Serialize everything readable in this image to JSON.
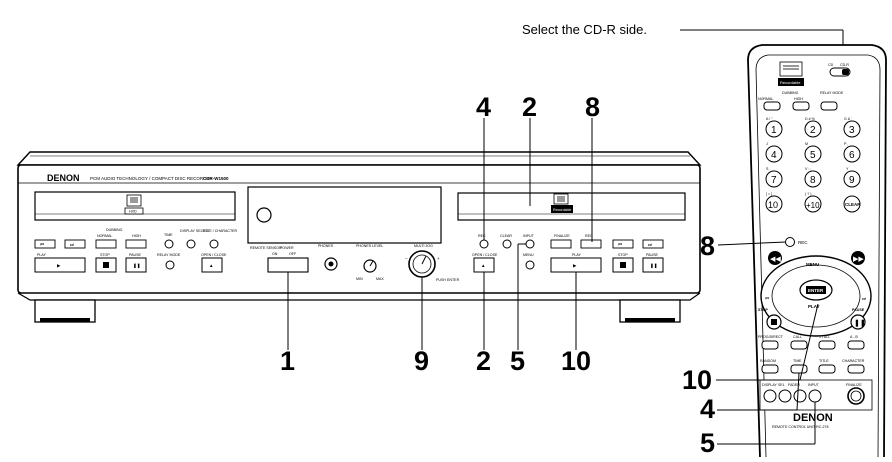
{
  "annotation": "Select the CD-R side.",
  "callouts": [
    "4",
    "2",
    "8",
    "1",
    "9",
    "2",
    "5",
    "10",
    "8",
    "10",
    "4",
    "5"
  ],
  "deck": {
    "brand": "DENON",
    "subtitle": "PCM AUDIO TECHNOLOGY / COMPACT DISC RECORDER",
    "model": "CDR-W1500",
    "disc_badge": "HXD",
    "dubbing": "DUBBING",
    "normal": "NORMAL",
    "high": "HIGH",
    "time": "TIME",
    "display_select": "DISPLAY SELECT",
    "title_character": "TITLE / CHARACTER",
    "relay_mode": "RELAY MODE",
    "open_close": "OPEN / CLOSE",
    "play": "PLAY",
    "stop": "STOP",
    "pause": "PAUSE",
    "remote_sensor": "REMOTE SENSOR",
    "power": "POWER",
    "on": "ON",
    "off": "OFF",
    "phones": "PHONES",
    "phones_level": "PHONES LEVEL",
    "min": "MIN",
    "max": "MAX",
    "multi_jog": "MULTI JOG",
    "push_enter": "PUSH ENTER",
    "clear": "CLEAR",
    "input": "INPUT",
    "menu": "MENU",
    "finalize": "FINALIZE",
    "rec": "REC",
    "recordable": "Recordable"
  },
  "remote": {
    "cd": "CD",
    "cdr": "CD-R",
    "dubbing": "DUBBING",
    "normal": "NORMAL",
    "high": "HIGH",
    "relay_mode": "RELAY MODE",
    "keys": [
      "1",
      "2",
      "3",
      "4",
      "5",
      "6",
      "7",
      "8",
      "9",
      "10",
      "+10"
    ],
    "key_labels": [
      "A ! \"",
      "D # %",
      "G & '",
      "J",
      "M",
      "P ,",
      "S .",
      "V : ;",
      "Y",
      "[ = ]",
      "( ? )"
    ],
    "clear": "CLEAR",
    "rec": "REC",
    "menu": "MENU",
    "enter": "ENTER",
    "play": "PLAY",
    "stop": "STOP",
    "pause": "PAUSE",
    "prog_direct": "PROG/DIRECT",
    "call": "CALL",
    "one_all": "1 / ALL",
    "a_b": "A - B",
    "random": "RANDOM",
    "time": "TIME",
    "title": "TITLE",
    "character": "CHARACTER",
    "display": "DISPLAY",
    "sel": "SEL",
    "fader": "FADER",
    "input": "INPUT",
    "finalize": "FINALIZE",
    "brand": "DENON",
    "unit": "REMOTE CONTROL UNIT RC-278",
    "recordable": "Recordable"
  }
}
